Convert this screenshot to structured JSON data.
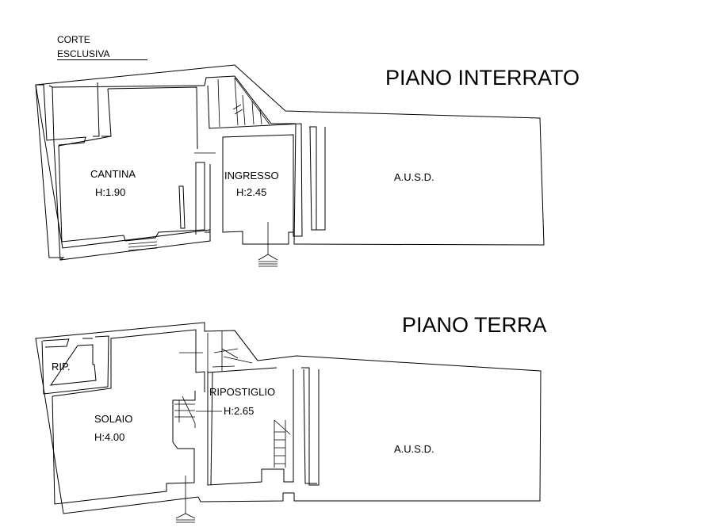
{
  "plans": {
    "basement": {
      "title": "PIANO INTERRATO",
      "corte_line1": "CORTE",
      "corte_line2": "ESCLUSIVA",
      "cantina_name": "CANTINA",
      "cantina_height": "H:1.90",
      "ingresso_name": "INGRESSO",
      "ingresso_height": "H:2.45",
      "ausd": "A.U.S.D."
    },
    "ground": {
      "title": "PIANO TERRA",
      "rip": "RIP.",
      "ripostiglio_name": "RIPOSTIGLIO",
      "ripostiglio_height": "H:2.65",
      "solaio_name": "SOLAIO",
      "solaio_height": "H:4.00",
      "ausd": "A.U.S.D."
    }
  }
}
